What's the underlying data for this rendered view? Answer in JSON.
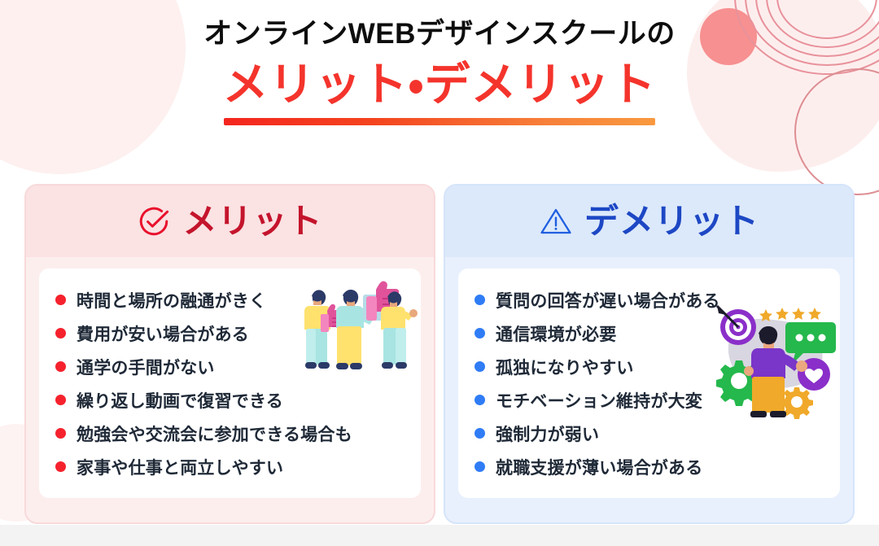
{
  "title": {
    "line1": "オンラインWEBデザインスクールの",
    "line2": "メリット・デメリット",
    "line1_color": "#0d0d0d",
    "line2_color": "#f4342c",
    "underline_gradient_from": "#f4261f",
    "underline_gradient_to": "#f9993f"
  },
  "panels": [
    {
      "id": "merit",
      "heading": "メリット",
      "heading_icon": "check-circle-icon",
      "accent_color": "#c4142c",
      "bullet_color": "#f5222d",
      "panel_background": "#fdeeee",
      "header_background": "#fbe2e3",
      "border_color": "#f8d9da",
      "illustration": "three-people-thumbs-up-illustration",
      "items": [
        "時間と場所の融通がきく",
        "費用が安い場合がある",
        "通学の手間がない",
        "繰り返し動画で復習できる",
        "勉強会や交流会に参加できる場合も",
        "家事や仕事と両立しやすい"
      ]
    },
    {
      "id": "demerit",
      "heading": "デメリット",
      "heading_icon": "warning-triangle-icon",
      "accent_color": "#1d47c4",
      "bullet_color": "#2f7cf6",
      "panel_background": "#e8f0fd",
      "header_background": "#dce9fb",
      "border_color": "#d5e4fa",
      "illustration": "person-with-target-and-gears-illustration",
      "items": [
        "質問の回答が遅い場合がある",
        "通信環境が必要",
        "孤独になりやすい",
        "モチベーション維持が大変",
        "強制力が弱い",
        "就職支援が薄い場合がある"
      ]
    }
  ],
  "decorations": {
    "circle_top_left": "#fdf0ef",
    "stripes_top_left": "#f79d9d",
    "dot_top_right": "#f79090",
    "blob_top_right": "#fdeeee",
    "ring_top_right": "#dd8e92",
    "arcs_top_right": "#e8929b",
    "bottom_strip": "#f3f3f3"
  }
}
